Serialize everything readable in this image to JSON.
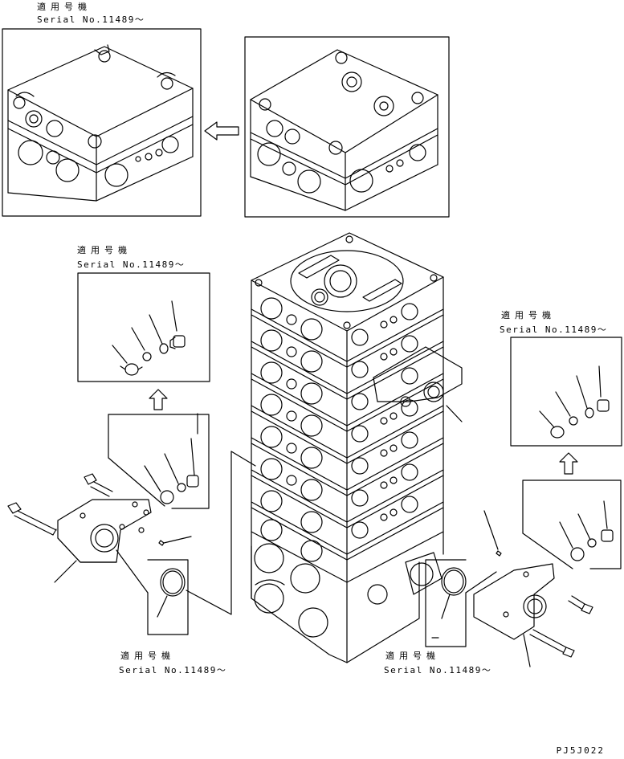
{
  "callouts": {
    "top": {
      "jp": "適用号機",
      "serial": "Serial No.11489～"
    },
    "left": {
      "jp": "適用号機",
      "serial": "Serial No.11489～"
    },
    "right": {
      "jp": "適用号機",
      "serial": "Serial No.11489～"
    },
    "bottom_left": {
      "jp": "適用号機",
      "serial": "Serial No.11489～"
    },
    "bottom_right": {
      "jp": "適用号機",
      "serial": "Serial No.11489～"
    }
  },
  "drawing_code": "PJ5J022",
  "icons": [
    "arrow-left-icon",
    "arrow-up-icon"
  ]
}
